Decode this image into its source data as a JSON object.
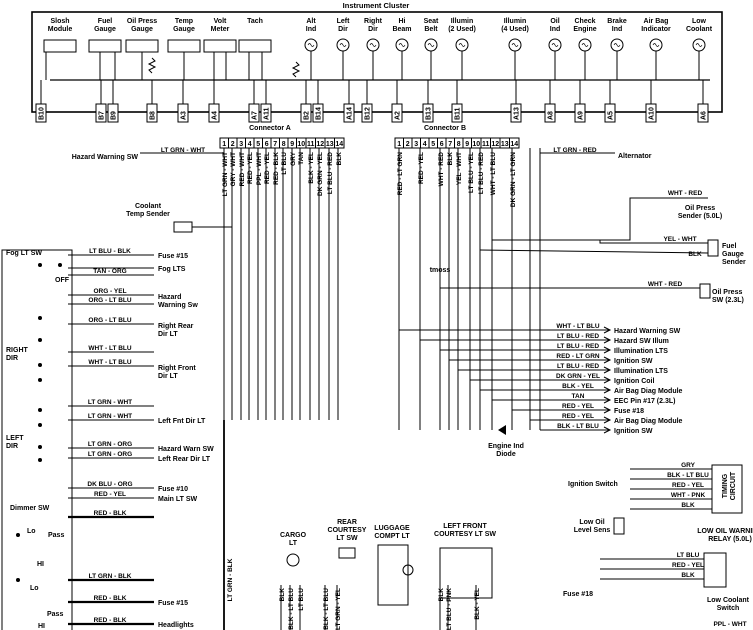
{
  "cluster": {
    "title": "Instrument Cluster",
    "components": [
      {
        "name": "Slosh\nModule",
        "kind": "box"
      },
      {
        "name": "Fuel\nGauge",
        "kind": "box"
      },
      {
        "name": "Oil Press\nGauge",
        "kind": "box"
      },
      {
        "name": "Temp\nGauge",
        "kind": "box"
      },
      {
        "name": "Volt\nMeter",
        "kind": "box"
      },
      {
        "name": "Tach",
        "kind": "box"
      },
      {
        "name": "Alt\nInd",
        "kind": "lamp"
      },
      {
        "name": "Left\nDir",
        "kind": "lamp"
      },
      {
        "name": "Right\nDir",
        "kind": "lamp"
      },
      {
        "name": "Hi\nBeam",
        "kind": "lamp"
      },
      {
        "name": "Seat\nBelt",
        "kind": "lamp"
      },
      {
        "name": "Illumin\n(2 Used)",
        "kind": "lamp"
      },
      {
        "name": "Illumin\n(4 Used)",
        "kind": "lamp"
      },
      {
        "name": "Oil\nInd",
        "kind": "lamp"
      },
      {
        "name": "Check\nEngine",
        "kind": "lamp"
      },
      {
        "name": "Brake\nInd",
        "kind": "lamp"
      },
      {
        "name": "Air Bag\nIndicator",
        "kind": "lamp"
      },
      {
        "name": "Low\nCoolant",
        "kind": "lamp"
      }
    ],
    "terminals": [
      "B10",
      "B7",
      "B9",
      "B8",
      "A3",
      "A4",
      "A7",
      "A11",
      "B2",
      "B14",
      "A14",
      "B12",
      "A2",
      "B13",
      "B11",
      "A13",
      "A8",
      "A9",
      "A5",
      "A10",
      "A6"
    ]
  },
  "connectors": {
    "a": {
      "label": "Connector A",
      "pins": [
        "1",
        "2",
        "3",
        "4",
        "5",
        "6",
        "7",
        "8",
        "9",
        "10",
        "11",
        "12",
        "13",
        "14"
      ]
    },
    "b": {
      "label": "Connector B",
      "pins": [
        "1",
        "2",
        "3",
        "4",
        "5",
        "6",
        "7",
        "8",
        "9",
        "10",
        "11",
        "12",
        "13",
        "14"
      ]
    }
  },
  "connector_wires": {
    "a": [
      "LT GRN - WHT",
      "GRY - WHT",
      "RED - WHT",
      "RED - YEL",
      "PPL - WHT",
      "RED - YEL",
      "RED - BLK",
      "LT BLU",
      "GRY",
      "TAN",
      "BLK - YEL",
      "DK GRN - YEL",
      "LT BLU - RED",
      "BLK"
    ],
    "b": [
      "RED - LT GRN",
      "RED - YEL",
      "WHT - RED",
      "BLK",
      "YEL - WHT",
      "LT BLU - YEL",
      "LT BLU - RED",
      "WHT - LT BLU",
      "DK GRN - LT GRN"
    ]
  },
  "left_labels": {
    "hazard_sw": "Hazard Warning SW",
    "hazard_wire": "LT GRN - WHT",
    "coolant_sender": "Coolant\nTemp Sender",
    "fog_sw": "Fog LT SW",
    "off": "OFF",
    "right_dir": "RIGHT\nDIR",
    "left_dir": "LEFT\nDIR",
    "dimmer_sw": "Dimmer SW",
    "lo": "Lo",
    "hi": "HI",
    "pass": "Pass"
  },
  "left_wires": [
    {
      "wire": "LT BLU - BLK",
      "dest": "Fuse #15"
    },
    {
      "wire": "",
      "dest": "Fog LTS"
    },
    {
      "wire": "TAN - ORG",
      "dest": ""
    },
    {
      "wire": "ORG - YEL",
      "dest": "Hazard\nWarning Sw"
    },
    {
      "wire": "ORG - LT BLU",
      "dest": ""
    },
    {
      "wire": "ORG - LT BLU",
      "dest": "Right Rear\nDir LT"
    },
    {
      "wire": "WHT - LT BLU",
      "dest": ""
    },
    {
      "wire": "WHT - LT BLU",
      "dest": "Right Front\nDir LT"
    },
    {
      "wire": "LT GRN - WHT",
      "dest": ""
    },
    {
      "wire": "LT GRN - WHT",
      "dest": "Left Fnt Dir LT"
    },
    {
      "wire": "LT GRN - ORG",
      "dest": "Hazard Warn SW"
    },
    {
      "wire": "LT GRN - ORG",
      "dest": "Left Rear Dir LT"
    },
    {
      "wire": "DK BLU - ORG",
      "dest": "Fuse #10"
    },
    {
      "wire": "RED - YEL",
      "dest": "Main LT SW"
    },
    {
      "wire": "RED - BLK",
      "dest": ""
    },
    {
      "wire": "LT GRN - BLK",
      "dest": ""
    },
    {
      "wire": "RED - BLK",
      "dest": "Fuse #15"
    },
    {
      "wire": "RED - BLK",
      "dest": "Headlights"
    }
  ],
  "right_top": [
    {
      "wire": "LT GRN - RED",
      "dest": "Alternator"
    },
    {
      "wire": "WHT - RED",
      "dest": "Oil Press\nSender (5.0L)"
    },
    {
      "wire": "YEL - WHT",
      "dest": "Fuel\nGauge\nSender"
    },
    {
      "wire": "BLK",
      "dest": ""
    },
    {
      "wire": "WHT - RED",
      "dest": "Oil Press\nSW (2.3L)"
    }
  ],
  "right_list": [
    {
      "wire": "WHT - LT BLU",
      "dest": "Hazard Warning SW"
    },
    {
      "wire": "LT BLU - RED",
      "dest": "Hazard SW Illum"
    },
    {
      "wire": "LT BLU - RED",
      "dest": "Illumination LTS"
    },
    {
      "wire": "RED - LT GRN",
      "dest": "Ignition SW"
    },
    {
      "wire": "LT BLU - RED",
      "dest": "Illumination LTS"
    },
    {
      "wire": "DK GRN - YEL",
      "dest": "Ignition Coil"
    },
    {
      "wire": "BLK - YEL",
      "dest": "Air Bag Diag Module"
    },
    {
      "wire": "TAN",
      "dest": "EEC Pin #17 (2.3L)"
    },
    {
      "wire": "RED - YEL",
      "dest": "Fuse #18"
    },
    {
      "wire": "RED - YEL",
      "dest": "Air Bag Diag Module"
    },
    {
      "wire": "BLK - LT BLU",
      "dest": "Ignition SW"
    }
  ],
  "misc": {
    "tmoss": "tmoss",
    "engine_ind_diode": "Engine Ind\nDiode",
    "ignition_switch": "Ignition Switch",
    "low_oil_level_sens": "Low Oil\nLevel Sens",
    "low_oil_relay": "LOW OIL WARNING\nRELAY (5.0L)",
    "timing_circuit": "TIMING\nCIRCUIT",
    "relay_wires": [
      "GRY",
      "BLK - LT BLU",
      "RED - YEL",
      "WHT - PNK",
      "BLK"
    ],
    "coolant_wires": [
      "LT BLU",
      "RED - YEL",
      "BLK"
    ],
    "low_coolant_switch": "Low Coolant\nSwitch",
    "fuse18_bottom": "Fuse #18",
    "cargo_lt": "CARGO\nLT",
    "rear_courtesy": "REAR\nCOURTESY\nLT SW",
    "luggage_compt": "LUGGAGE\nCOMPT LT",
    "left_front_courtesy": "LEFT FRONT\nCOURTESY LT SW",
    "bottom_wires": [
      "BLK",
      "BLK - LT BLU",
      "LT BLU",
      "BLK - LT BLU",
      "LT GRN - YEL",
      "BLK",
      "LT BLU - PNK",
      "BLK - YEL"
    ],
    "vertical_wire": "LT GRN - BLK",
    "bottom_right_wire": "PPL - WHT"
  }
}
